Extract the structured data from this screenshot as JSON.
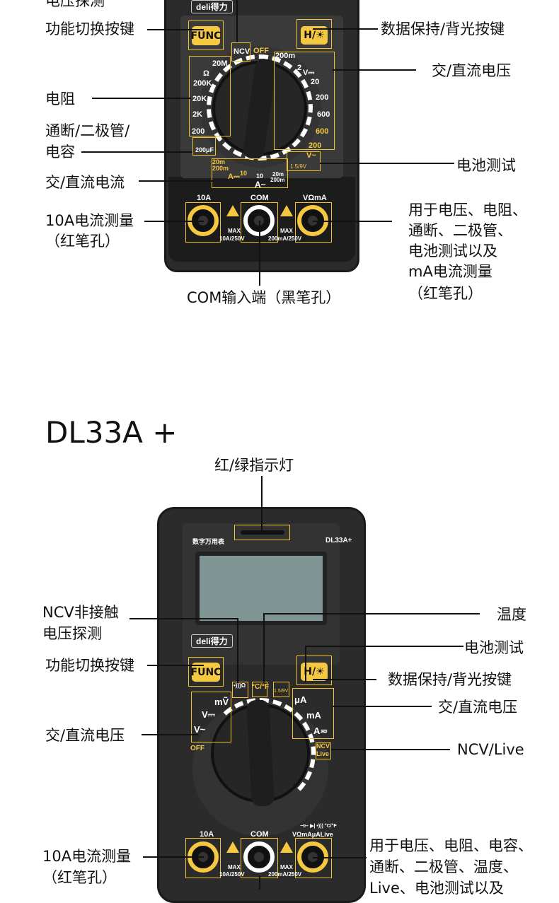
{
  "meter1": {
    "labels": {
      "top_cut": "电压探测",
      "func": "功能切换按键",
      "hold": "数据保持/背光按键",
      "dc_ac_voltage": "交/直流电压",
      "resistance": "电阻",
      "continuity1": "通断/二极管/",
      "continuity2": "电容",
      "battery": "电池测试",
      "current": "交/直流电流",
      "a10_1": "10A电流测量",
      "a10_2": "（红笔孔）",
      "voma1": "用于电压、电阻、",
      "voma2": "通断、二极管、",
      "voma3": "电池测试以及",
      "voma4": "mA电流测量",
      "voma5": "（红笔孔）",
      "com": "COM输入端（黑笔孔）"
    },
    "panel": {
      "logo": "deli得力",
      "func_btn": "FUNC",
      "hold_btn": "H/☀",
      "ncv": "NCV",
      "off": "OFF",
      "ohm": "Ω",
      "r": [
        "20M",
        "200K",
        "20K",
        "2K",
        "200"
      ],
      "cap": "200μF",
      "v": [
        "200m",
        "2",
        "20",
        "200",
        "600"
      ],
      "vac": [
        "600",
        "200"
      ],
      "vdc_sym": "V⎓",
      "vac_sym": "V~",
      "batt": "1.5/9V",
      "a_dc": [
        "20m",
        "200m"
      ],
      "a_dc_sym": "A⎓",
      "a_dc_10": "10",
      "a_ac": [
        "10",
        "20m",
        "200m"
      ],
      "a_ac_sym": "A~",
      "jack_10a": "10A",
      "jack_com": "COM",
      "jack_voma": "VΩmA",
      "max": "MAX",
      "fuse1": "10A/250V",
      "fuse2": "200mA/250V"
    }
  },
  "meter2": {
    "title": "DL33A +",
    "labels": {
      "led": "红/绿指示灯",
      "ncv1": "NCV非接触",
      "ncv2": "电压探测",
      "temp": "温度",
      "battery": "电池测试",
      "func": "功能切换按键",
      "hold": "数据保持/背光按键",
      "dc_ac_current": "交/直流电压",
      "dc_ac_voltage": "交/直流电压",
      "ncv_live": "NCV/Live",
      "a10_1": "10A电流测量",
      "a10_2": "（红笔孔）",
      "vo1": "用于电压、电阻、电容、",
      "vo2": "通断、二极管、温度、",
      "vo3": "Live、电池测试以及"
    },
    "panel": {
      "brand_cn": "数字万用表",
      "model": "DL33A+",
      "logo": "deli得力",
      "func_btn": "FUNC",
      "hold_btn": "H/☀",
      "cont": "•)))Ω",
      "temp": "°C/°F",
      "batt": "1.5/9V",
      "mv": "mṼ",
      "vdc": "V⎓",
      "vac": "V~",
      "off": "OFF",
      "ua": "μA",
      "ma": "mA",
      "a": "A≂",
      "ncv": "NCV",
      "live": "Live",
      "jack_10a": "10A",
      "jack_com": "COM",
      "jack_v": "VΩmAμALive",
      "jack_v_sym": "⊣⊢ ▶| •))) °C/°F",
      "max": "MAX",
      "fuse1": "10A/250V",
      "fuse2": "200mA/250V"
    }
  }
}
